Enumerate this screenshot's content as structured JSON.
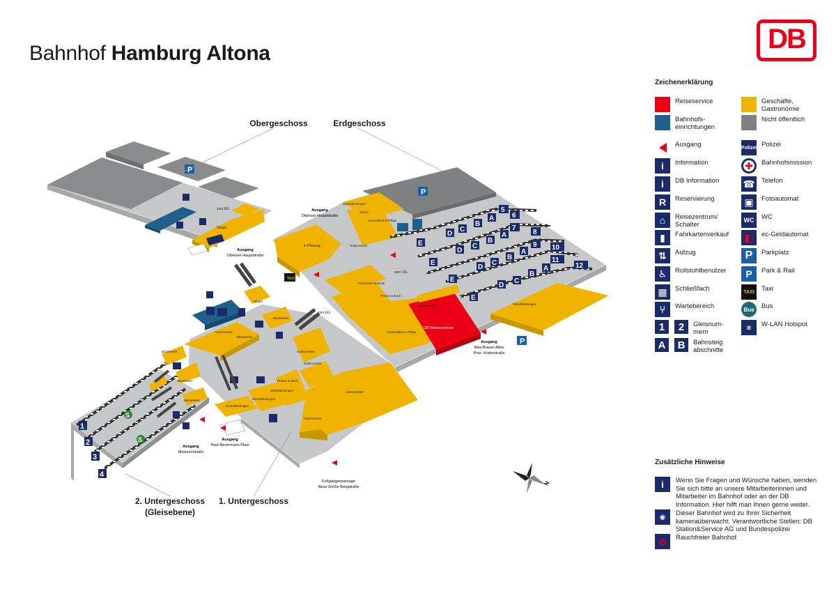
{
  "title": {
    "prefix": "Bahnhof",
    "name": "Hamburg Altona"
  },
  "logo": "DB",
  "floors": {
    "og": "Obergeschoss",
    "eg": "Erdgeschoss",
    "ug1": "1. Untergeschoss",
    "ug2_line1": "2. Untergeschoss",
    "ug2_line2": "(Gleisebene)"
  },
  "exits": [
    {
      "head": "Ausgang",
      "sub": "Ottenser Hauptstraße"
    },
    {
      "head": "Ausgang",
      "sub": "Ottenser Hauptstraße"
    },
    {
      "head": "Ausgang",
      "sub": "Max-Brauer-Allee",
      "sub2": "Präs.-Krahnstraße"
    },
    {
      "head": "Ausgang",
      "sub": "Museumstraße"
    },
    {
      "head": "Ausgang",
      "sub": "Paul-Nevermann Platz"
    },
    {
      "head": "Fußgängerpassage",
      "sub": "Neue Große Bergstraße"
    }
  ],
  "shop_labels": {
    "shops": "Shops",
    "in_planung": "in Planung",
    "dienstleistungen": "Dienstleistungen",
    "gesundheit": "Gesundheit & Pflege",
    "gastronomie": "Gastronomie",
    "baeckerei": "Bäckereien",
    "lebensmittel": "Lebensmittel",
    "presse": "Presse & Buch",
    "kurzwaren": "Kurzwaren & Mode",
    "reisezentrum": "DB Reisezentrum",
    "zum_eg": "zum EG",
    "zum_og": "zum OG",
    "taxi": "TAXI"
  },
  "tracks_upper": [
    "5",
    "6",
    "7",
    "8",
    "9",
    "10",
    "11",
    "12"
  ],
  "tracks_lower": [
    "1",
    "2",
    "3",
    "4"
  ],
  "sections": [
    "A",
    "B",
    "C",
    "D",
    "E"
  ],
  "legend": {
    "title": "Zeichenerklärung",
    "items": [
      {
        "label": "Reiseservice",
        "icon": "swatch-red"
      },
      {
        "label": "Bahnhofs-einrichtungen",
        "icon": "swatch-blue"
      },
      {
        "label": "Ausgang",
        "icon": "exit-arrow"
      },
      {
        "label": "Information",
        "icon": "info-icon"
      },
      {
        "label": "DB Information",
        "icon": "db-info-icon"
      },
      {
        "label": "Reservierung",
        "icon": "reservation-icon"
      },
      {
        "label": "Reisezentrum/ Schalter",
        "icon": "ticket-office-icon"
      },
      {
        "label": "Fahrkartenverkauf",
        "icon": "ticket-machine-icon"
      },
      {
        "label": "Aufzug",
        "icon": "elevator-icon"
      },
      {
        "label": "Rollstuhlbenutzer",
        "icon": "wheelchair-icon"
      },
      {
        "label": "Schließfach",
        "icon": "locker-icon"
      },
      {
        "label": "Wartebereich",
        "icon": "waiting-icon"
      },
      {
        "label": "Gleisnum-mern",
        "icon": "track-number-icon",
        "a": "1",
        "b": "2"
      },
      {
        "label": "Bahnsteig abschnitte",
        "icon": "section-icon",
        "a": "A",
        "b": "B"
      }
    ],
    "items_right": [
      {
        "label": "Geschäfte, Gastronomie",
        "icon": "swatch-yellow"
      },
      {
        "label": "Nicht öffentlich",
        "icon": "swatch-gray"
      },
      {
        "label": "Polizei",
        "icon": "police-icon",
        "small": "Polizei"
      },
      {
        "label": "Bahnhofsmission",
        "icon": "mission-icon"
      },
      {
        "label": "Telefon",
        "icon": "telephone-icon"
      },
      {
        "label": "Fotoautomat",
        "icon": "photo-booth-icon"
      },
      {
        "label": "WC",
        "icon": "wc-icon",
        "small": "WC"
      },
      {
        "label": "ec-Geldautomat",
        "icon": "atm-icon"
      },
      {
        "label": "Parkplatz",
        "icon": "parking-icon",
        "small": "P"
      },
      {
        "label": "Park & Rail",
        "icon": "park-rail-icon"
      },
      {
        "label": "Taxi",
        "icon": "taxi-icon",
        "small": "TAXI"
      },
      {
        "label": "Bus",
        "icon": "bus-icon",
        "small": "Bus"
      },
      {
        "label": "W-LAN Hotspot",
        "icon": "wlan-icon"
      }
    ]
  },
  "hints": {
    "title": "Zusätzliche Hinweise",
    "items": [
      {
        "icon": "info-icon",
        "text": "Wenn Sie Fragen und Wünsche haben, wenden Sie sich bitte an unsere Mitarbeiterinnen und Mitarbeiter im Bahnhof oder an der DB Information. Hier hilft man Ihnen gerne weiter."
      },
      {
        "icon": "camera-icon",
        "text": "Dieser Bahnhof wird zu Ihrer Sicherheit kameraüberwacht. Verantwortliche Stellen: DB Station&Service AG und Bundespolizei"
      },
      {
        "icon": "no-smoking-icon",
        "text": "Rauchfreier Bahnhof"
      }
    ]
  },
  "colors": {
    "yellow": "#f0b400",
    "gray_floor": "#c6c7c9",
    "dark_gray": "#7f8082",
    "blue": "#1f5f8b",
    "red": "#ec0016",
    "navy": "#1a2b6b"
  }
}
